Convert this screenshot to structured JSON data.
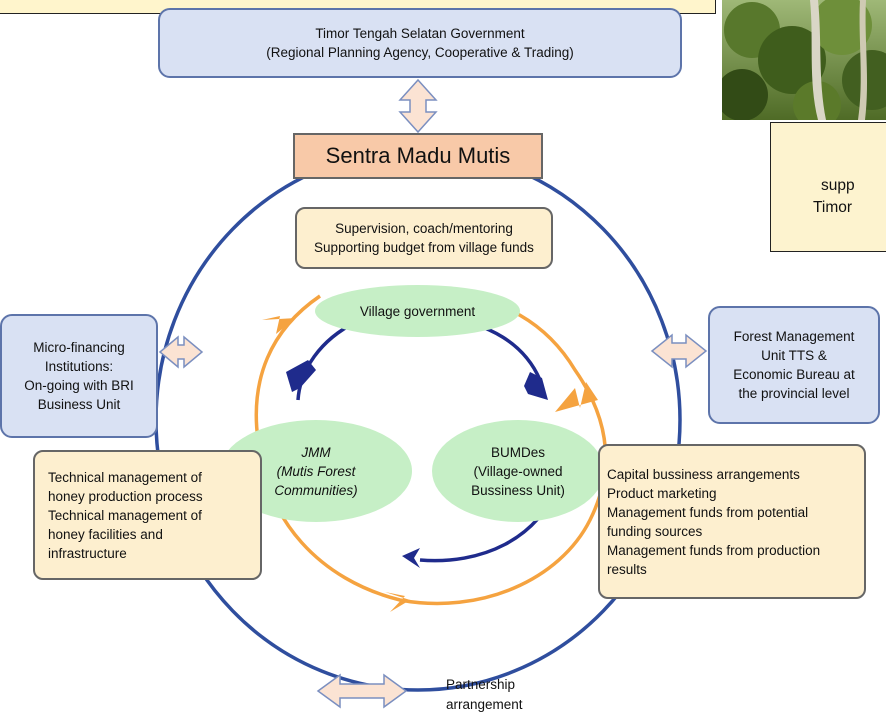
{
  "top_government": {
    "line1": "Timor Tengah Selatan Government",
    "line2": "(Regional Planning Agency, Cooperative & Trading)"
  },
  "center_title": "Sentra Madu Mutis",
  "supervision": {
    "line1": "Supervision, coach/mentoring",
    "line2": "Supporting budget from village funds"
  },
  "village_government": "Village government",
  "jmm": {
    "line1": "JMM",
    "line2": "(Mutis Forest",
    "line3": "Communities)"
  },
  "bumdes": {
    "line1": "BUMDes",
    "line2": "(Village-owned",
    "line3": "Bussiness Unit)"
  },
  "micro_financing": {
    "lines": [
      "Micro-financing",
      "Institutions:",
      "On-going with BRI",
      "Business Unit"
    ]
  },
  "forest_management": {
    "lines": [
      "Forest Management",
      "Unit TTS &",
      "Economic Bureau at",
      "the provincial level"
    ]
  },
  "technical_box": {
    "lines": [
      "Technical management of",
      "honey production process",
      "Technical management of",
      "honey facilities and",
      "infrastructure"
    ]
  },
  "capital_box": {
    "lines": [
      "Capital bussiness arrangements",
      "Product marketing",
      "Management funds from potential",
      "funding sources",
      "Management funds from production",
      "results"
    ]
  },
  "legend": {
    "line1": "Partnership",
    "line2": "arrangement"
  },
  "side_note": {
    "line1": "supp",
    "line2": "Timor"
  },
  "colors": {
    "blue_fill": "#d9e1f3",
    "blue_border": "#5d74aa",
    "cream_fill": "#fdefcf",
    "green_fill": "#c6efc6",
    "salmon_fill": "#f8c9a8",
    "orange_arrow": "#f5a340",
    "navy_arrow": "#1f2b8c",
    "circle_stroke": "#2f4e9e"
  }
}
